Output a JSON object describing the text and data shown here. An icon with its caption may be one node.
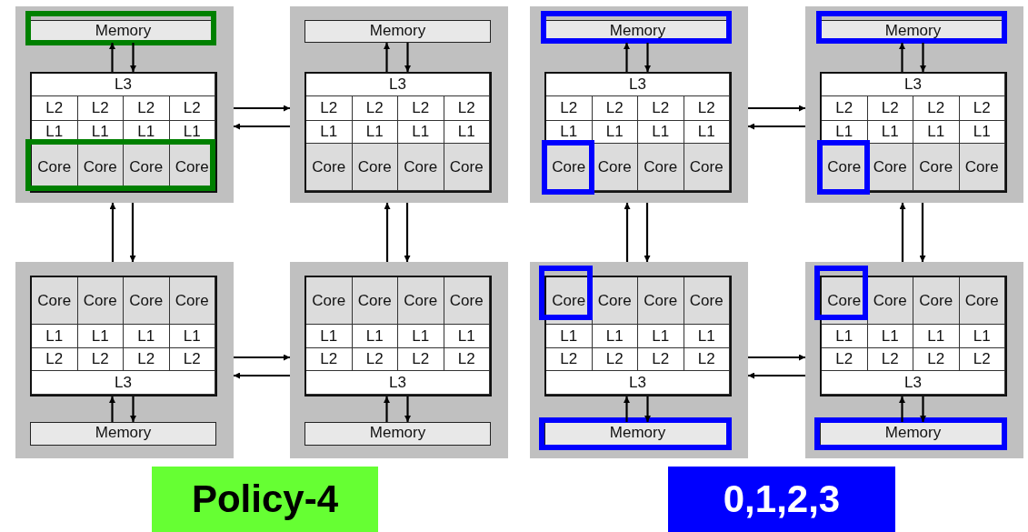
{
  "diagram": {
    "nodes": [
      {
        "text": [],
        "shape": "box"
      },
      {
        "text": [
          "Memory"
        ],
        "in": 0
      },
      {
        "text": [
          "L3",
          "L2",
          "L2",
          "L2",
          "L2",
          "L1",
          "L1",
          "L1",
          "L1",
          "Core",
          "Core",
          "Core",
          "Core"
        ],
        "in": 0
      },
      {
        "text": [],
        "shape": "box"
      },
      {
        "text": [
          "Memory"
        ],
        "in": 3
      },
      {
        "text": [
          "L3",
          "L2",
          "L2",
          "L2",
          "L2",
          "L1",
          "L1",
          "L1",
          "L1",
          "Core",
          "Core",
          "Core",
          "Core"
        ],
        "in": 3
      },
      {
        "text": [],
        "shape": "box"
      },
      {
        "text": [
          "Memory"
        ],
        "in": 6
      },
      {
        "text": [
          "L3",
          "L2",
          "L2",
          "L2",
          "L2",
          "L1",
          "L1",
          "L1",
          "L1",
          "Core",
          "Core",
          "Core",
          "Core"
        ],
        "in": 6
      },
      {
        "text": [],
        "shape": "box"
      },
      {
        "text": [
          "Memory"
        ],
        "in": 9
      },
      {
        "text": [
          "L3",
          "L2",
          "L2",
          "L2",
          "L2",
          "L1",
          "L1",
          "L1",
          "L1",
          "Core",
          "Core",
          "Core",
          "Core"
        ],
        "in": 9
      },
      {
        "text": [],
        "shape": "box"
      },
      {
        "text": [
          "Core",
          "Core",
          "Core",
          "Core",
          "L1",
          "L1",
          "L1",
          "L1",
          "L2",
          "L2",
          "L2",
          "L2",
          "L3"
        ],
        "in": 12
      },
      {
        "text": [
          "Memory"
        ],
        "in": 12
      },
      {
        "text": [],
        "shape": "box"
      },
      {
        "text": [
          "Core",
          "Core",
          "Core",
          "Core",
          "L1",
          "L1",
          "L1",
          "L1",
          "L2",
          "L2",
          "L2",
          "L2",
          "L3"
        ],
        "in": 15
      },
      {
        "text": [
          "Memory"
        ],
        "in": 15
      },
      {
        "text": [],
        "shape": "box"
      },
      {
        "text": [
          "Core",
          "Core",
          "Core",
          "Core",
          "L1",
          "L1",
          "L1",
          "L1",
          "L2",
          "L2",
          "L2",
          "L2",
          "L3"
        ],
        "in": 18
      },
      {
        "text": [
          "Memory"
        ],
        "in": 18
      },
      {
        "text": [],
        "shape": "box"
      },
      {
        "text": [
          "Core",
          "Core",
          "Core",
          "Core",
          "L1",
          "L1",
          "L1",
          "L1",
          "L2",
          "L2",
          "L2",
          "L2",
          "L3"
        ],
        "in": 21
      },
      {
        "text": [
          "Memory"
        ],
        "in": 21
      },
      {
        "text": [
          "Policy-4"
        ]
      },
      {
        "text": [
          "0,1,2,3"
        ]
      }
    ],
    "edges": [
      {
        "from": 2,
        "to": 1,
        "arrow": "to"
      },
      {
        "from": 1,
        "to": 2,
        "arrow": "to"
      },
      {
        "from": 5,
        "to": 4,
        "arrow": "to"
      },
      {
        "from": 4,
        "to": 5,
        "arrow": "to"
      },
      {
        "from": 8,
        "to": 7,
        "arrow": "to"
      },
      {
        "from": 7,
        "to": 8,
        "arrow": "to"
      },
      {
        "from": 11,
        "to": 10,
        "arrow": "to"
      },
      {
        "from": 10,
        "to": 11,
        "arrow": "to"
      },
      {
        "from": 0,
        "to": 3,
        "arrow": "to"
      },
      {
        "from": 3,
        "to": 0,
        "arrow": "to"
      },
      {
        "from": 6,
        "to": 9,
        "arrow": "to"
      },
      {
        "from": 9,
        "to": 6,
        "arrow": "to"
      },
      {
        "from": 12,
        "to": 0,
        "arrow": "to"
      },
      {
        "from": 0,
        "to": 12,
        "arrow": "to"
      },
      {
        "from": 15,
        "to": 3,
        "arrow": "to"
      },
      {
        "from": 3,
        "to": 15,
        "arrow": "to"
      },
      {
        "from": 18,
        "to": 6,
        "arrow": "to"
      },
      {
        "from": 6,
        "to": 18,
        "arrow": "to"
      },
      {
        "from": 21,
        "to": 9,
        "arrow": "to"
      },
      {
        "from": 9,
        "to": 21,
        "arrow": "to"
      },
      {
        "from": 14,
        "to": 13,
        "arrow": "to"
      },
      {
        "from": 13,
        "to": 14,
        "arrow": "to"
      },
      {
        "from": 17,
        "to": 16,
        "arrow": "to"
      },
      {
        "from": 16,
        "to": 17,
        "arrow": "to"
      },
      {
        "from": 20,
        "to": 19,
        "arrow": "to"
      },
      {
        "from": 19,
        "to": 20,
        "arrow": "to"
      },
      {
        "from": 23,
        "to": 22,
        "arrow": "to"
      },
      {
        "from": 22,
        "to": 23,
        "arrow": "to"
      },
      {
        "from": 12,
        "to": 15,
        "arrow": "to"
      },
      {
        "from": 15,
        "to": 12,
        "arrow": "to"
      },
      {
        "from": 18,
        "to": 21,
        "arrow": "to"
      },
      {
        "from": 21,
        "to": 18,
        "arrow": "to"
      }
    ]
  }
}
